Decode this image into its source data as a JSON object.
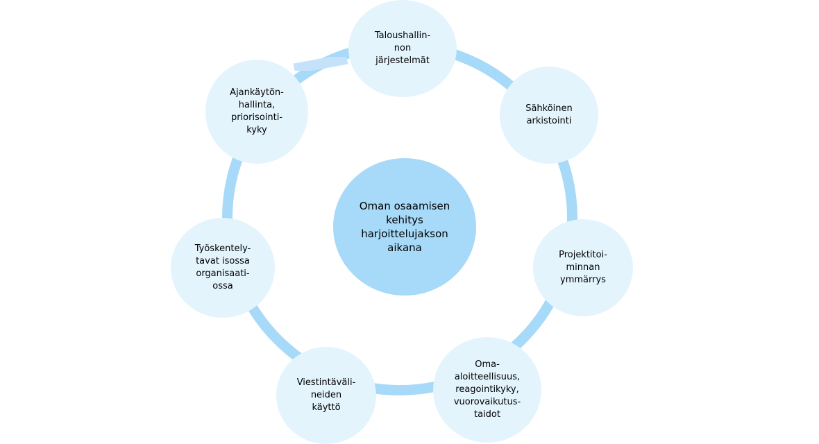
{
  "center": {
    "label": "Oman osaamisen\nkehitys\nharjoittelujakson\naikana"
  },
  "nodes": [
    {
      "id": "talous",
      "label": "Taloushallin-\nnon\njärjestelmät"
    },
    {
      "id": "sahkoinen",
      "label": "Sähköinen\narkistointi"
    },
    {
      "id": "projekti",
      "label": "Projektitoi-\nminnan\nymmärrys"
    },
    {
      "id": "oma",
      "label": "Oma-\naloitteellisuus,\nreagointikyky,\nvuorovaikutus-\ntaidot"
    },
    {
      "id": "viestinta",
      "label": "Viestintäväli-\nneiden\nkäyttö"
    },
    {
      "id": "tyoskentely",
      "label": "Työskentely-\ntavat isossa\norganisaati-\nossa"
    },
    {
      "id": "ajankaytto",
      "label": "Ajankäytön-\nhallinta,\npriorisointi-\nkyky"
    }
  ],
  "colors": {
    "ring": "#a7d9f8",
    "ring_accent": "#c6e2fa",
    "center_fill": "#a7d9f8",
    "node_fill": "#e3f4fd"
  }
}
